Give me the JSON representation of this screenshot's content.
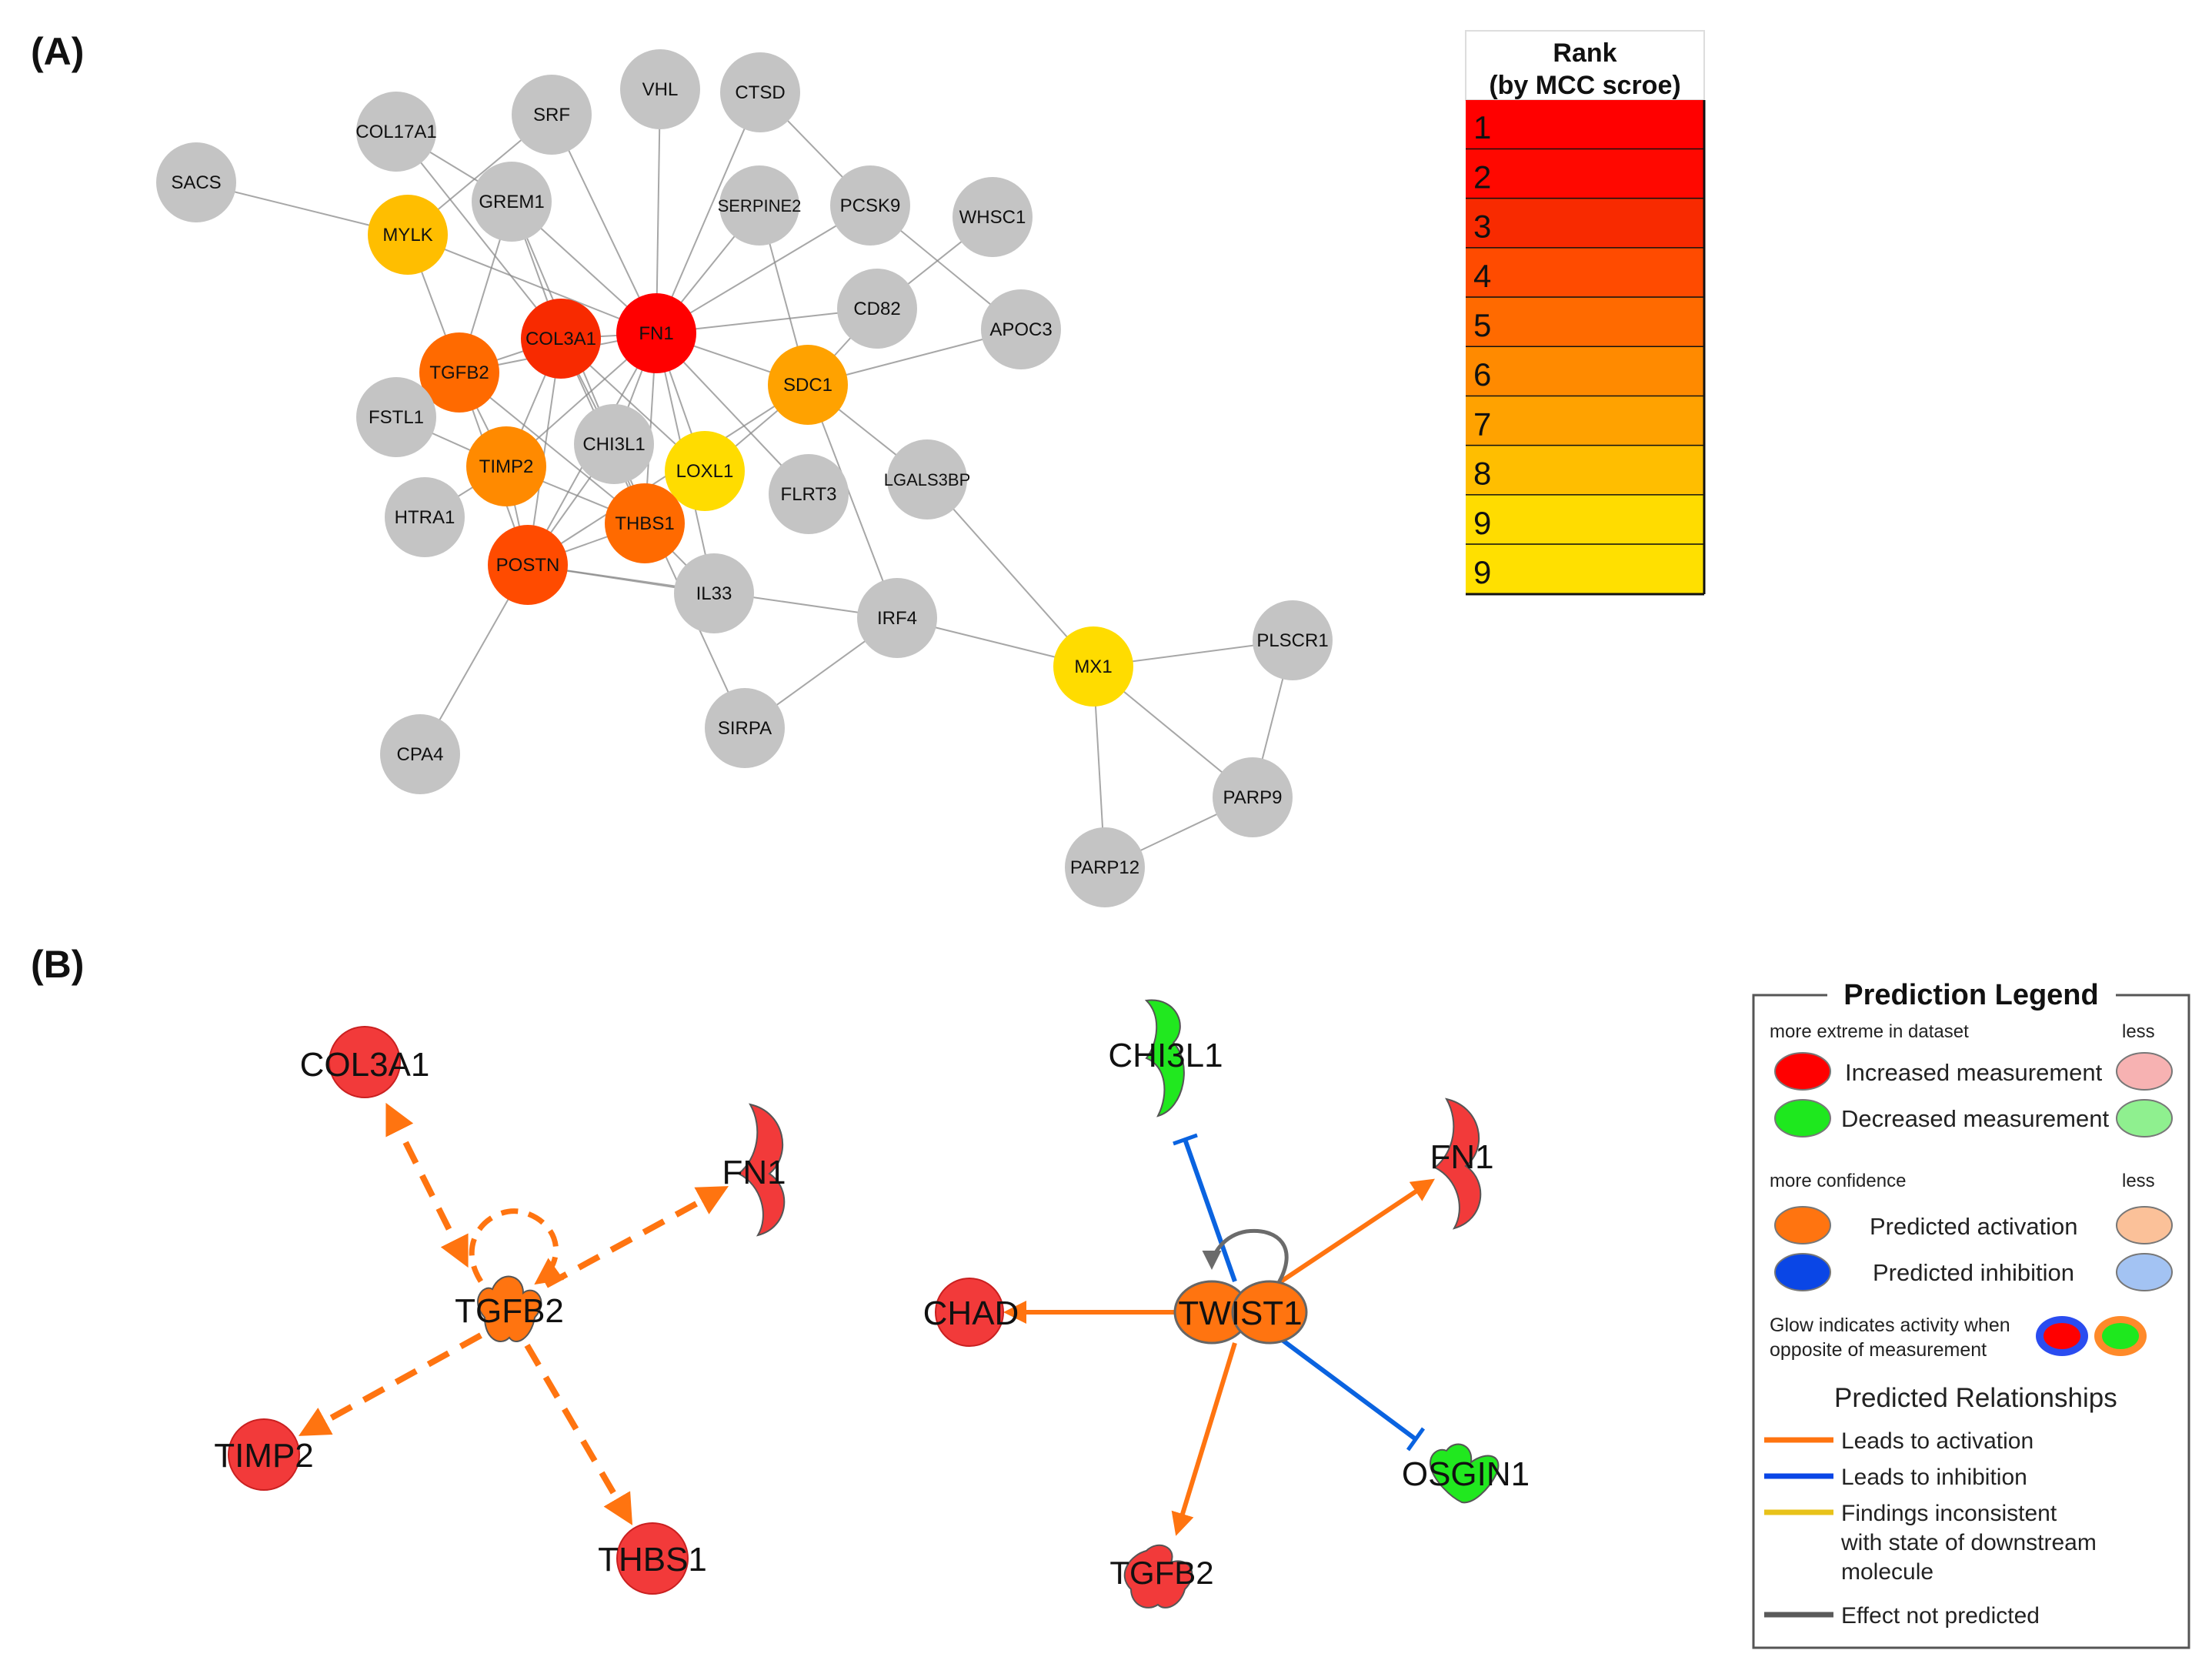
{
  "panels": {
    "a": {
      "label": "(A)"
    },
    "b": {
      "label": "(B)"
    }
  },
  "rank_legend": {
    "title_line1": "Rank",
    "title_line2": "(by MCC scroe)",
    "ranks": [
      {
        "label": "1",
        "color": "#ff0000"
      },
      {
        "label": "2",
        "color": "#ff0800"
      },
      {
        "label": "3",
        "color": "#f82a00"
      },
      {
        "label": "4",
        "color": "#ff4b00"
      },
      {
        "label": "5",
        "color": "#ff6a00"
      },
      {
        "label": "6",
        "color": "#ff8a00"
      },
      {
        "label": "7",
        "color": "#ffa200"
      },
      {
        "label": "8",
        "color": "#ffbe00"
      },
      {
        "label": "9",
        "color": "#ffdc00"
      },
      {
        "label": "9",
        "color": "#ffe000"
      }
    ]
  },
  "network_a": {
    "colors": {
      "default_node": "#c4c4c4",
      "edge": "#8a8a8a"
    },
    "nodes": [
      {
        "id": "SACS",
        "label": "SACS"
      },
      {
        "id": "COL17A1",
        "label": "COL17A1"
      },
      {
        "id": "SRF",
        "label": "SRF"
      },
      {
        "id": "VHL",
        "label": "VHL"
      },
      {
        "id": "CTSD",
        "label": "CTSD"
      },
      {
        "id": "GREM1",
        "label": "GREM1"
      },
      {
        "id": "SERPINE2",
        "label": "SERPINE2"
      },
      {
        "id": "PCSK9",
        "label": "PCSK9"
      },
      {
        "id": "WHSC1",
        "label": "WHSC1"
      },
      {
        "id": "MYLK",
        "label": "MYLK",
        "rank": 8
      },
      {
        "id": "COL3A1",
        "label": "COL3A1",
        "rank": 3
      },
      {
        "id": "FN1",
        "label": "FN1",
        "rank": 1
      },
      {
        "id": "CD82",
        "label": "CD82"
      },
      {
        "id": "APOC3",
        "label": "APOC3"
      },
      {
        "id": "TGFB2",
        "label": "TGFB2",
        "rank": 5
      },
      {
        "id": "SDC1",
        "label": "SDC1",
        "rank": 7
      },
      {
        "id": "FSTL1",
        "label": "FSTL1"
      },
      {
        "id": "CHI3L1",
        "label": "CHI3L1"
      },
      {
        "id": "TIMP2",
        "label": "TIMP2",
        "rank": 6
      },
      {
        "id": "LOXL1",
        "label": "LOXL1",
        "rank": 9
      },
      {
        "id": "FLRT3",
        "label": "FLRT3"
      },
      {
        "id": "LGALS3BP",
        "label": "LGALS3BP"
      },
      {
        "id": "HTRA1",
        "label": "HTRA1"
      },
      {
        "id": "THBS1",
        "label": "THBS1",
        "rank": 5
      },
      {
        "id": "POSTN",
        "label": "POSTN",
        "rank": 4
      },
      {
        "id": "IL33",
        "label": "IL33"
      },
      {
        "id": "IRF4",
        "label": "IRF4"
      },
      {
        "id": "MX1",
        "label": "MX1",
        "rank": 9
      },
      {
        "id": "PLSCR1",
        "label": "PLSCR1"
      },
      {
        "id": "CPA4",
        "label": "CPA4"
      },
      {
        "id": "SIRPA",
        "label": "SIRPA"
      },
      {
        "id": "PARP9",
        "label": "PARP9"
      },
      {
        "id": "PARP12",
        "label": "PARP12"
      }
    ],
    "edges": [
      [
        "SACS",
        "MYLK"
      ],
      [
        "COL17A1",
        "COL3A1"
      ],
      [
        "COL17A1",
        "GREM1"
      ],
      [
        "SRF",
        "MYLK"
      ],
      [
        "SRF",
        "FN1"
      ],
      [
        "VHL",
        "FN1"
      ],
      [
        "CTSD",
        "FN1"
      ],
      [
        "CTSD",
        "PCSK9"
      ],
      [
        "SERPINE2",
        "FN1"
      ],
      [
        "SERPINE2",
        "SDC1"
      ],
      [
        "PCSK9",
        "FN1"
      ],
      [
        "PCSK9",
        "APOC3"
      ],
      [
        "WHSC1",
        "CD82"
      ],
      [
        "MYLK",
        "FN1"
      ],
      [
        "MYLK",
        "TGFB2"
      ],
      [
        "GREM1",
        "FN1"
      ],
      [
        "GREM1",
        "TGFB2"
      ],
      [
        "GREM1",
        "COL3A1"
      ],
      [
        "GREM1",
        "CHI3L1"
      ],
      [
        "COL3A1",
        "FN1"
      ],
      [
        "COL3A1",
        "TGFB2"
      ],
      [
        "COL3A1",
        "TIMP2"
      ],
      [
        "COL3A1",
        "POSTN"
      ],
      [
        "COL3A1",
        "THBS1"
      ],
      [
        "COL3A1",
        "CHI3L1"
      ],
      [
        "COL3A1",
        "LOXL1"
      ],
      [
        "FN1",
        "CD82"
      ],
      [
        "FN1",
        "SDC1"
      ],
      [
        "FN1",
        "TGFB2"
      ],
      [
        "FN1",
        "TIMP2"
      ],
      [
        "FN1",
        "POSTN"
      ],
      [
        "FN1",
        "THBS1"
      ],
      [
        "FN1",
        "CHI3L1"
      ],
      [
        "FN1",
        "LOXL1"
      ],
      [
        "FN1",
        "FLRT3"
      ],
      [
        "FN1",
        "IL33"
      ],
      [
        "SDC1",
        "APOC3"
      ],
      [
        "SDC1",
        "CD82"
      ],
      [
        "SDC1",
        "LGALS3BP"
      ],
      [
        "SDC1",
        "IRF4"
      ],
      [
        "SDC1",
        "THBS1"
      ],
      [
        "SDC1",
        "POSTN"
      ],
      [
        "TGFB2",
        "TIMP2"
      ],
      [
        "TGFB2",
        "POSTN"
      ],
      [
        "TGFB2",
        "THBS1"
      ],
      [
        "FSTL1",
        "TIMP2"
      ],
      [
        "HTRA1",
        "TIMP2"
      ],
      [
        "TIMP2",
        "POSTN"
      ],
      [
        "TIMP2",
        "THBS1"
      ],
      [
        "CHI3L1",
        "POSTN"
      ],
      [
        "CHI3L1",
        "THBS1"
      ],
      [
        "CHI3L1",
        "SIRPA"
      ],
      [
        "THBS1",
        "POSTN"
      ],
      [
        "THBS1",
        "IL33"
      ],
      [
        "POSTN",
        "IL33"
      ],
      [
        "POSTN",
        "CPA4"
      ],
      [
        "POSTN",
        "IRF4"
      ],
      [
        "IRF4",
        "SIRPA"
      ],
      [
        "IRF4",
        "MX1"
      ],
      [
        "LGALS3BP",
        "MX1"
      ],
      [
        "MX1",
        "PLSCR1"
      ],
      [
        "MX1",
        "PARP9"
      ],
      [
        "MX1",
        "PARP12"
      ],
      [
        "PLSCR1",
        "PARP9"
      ],
      [
        "PARP9",
        "PARP12"
      ]
    ]
  },
  "network_b": {
    "colors": {
      "increased": "#f23a3a",
      "decreased": "#21e81f",
      "activation": "#ff7410",
      "inhibition": "#0a63e0",
      "not_predicted": "#6b6b6b"
    },
    "left": {
      "hub": {
        "id": "TGFB2",
        "label": "TGFB2"
      },
      "targets": [
        {
          "id": "COL3A1",
          "label": "COL3A1",
          "shape": "circle"
        },
        {
          "id": "FN1",
          "label": "FN1",
          "shape": "crescent"
        },
        {
          "id": "TIMP2",
          "label": "TIMP2",
          "shape": "circle"
        },
        {
          "id": "THBS1",
          "label": "THBS1",
          "shape": "circle"
        }
      ]
    },
    "right": {
      "hub": {
        "id": "TWIST1",
        "label": "TWIST1"
      },
      "targets": [
        {
          "id": "CHI3L1",
          "label": "CHI3L1",
          "shape": "crescent",
          "state": "decreased",
          "relation": "inhibition"
        },
        {
          "id": "FN1",
          "label": "FN1",
          "shape": "crescent",
          "state": "increased",
          "relation": "activation"
        },
        {
          "id": "CHAD",
          "label": "CHAD",
          "shape": "circle",
          "state": "increased",
          "relation": "activation"
        },
        {
          "id": "OSGIN1",
          "label": "OSGIN1",
          "shape": "ligand",
          "state": "decreased",
          "relation": "inhibition"
        },
        {
          "id": "TGFB2",
          "label": "TGFB2",
          "shape": "ligand",
          "state": "increased",
          "relation": "activation"
        }
      ]
    }
  },
  "prediction_legend": {
    "title": "Prediction Legend",
    "extreme_left": "more extreme in dataset",
    "extreme_right": "less",
    "increased": "Increased measurement",
    "decreased": "Decreased measurement",
    "confidence_left": "more confidence",
    "confidence_right": "less",
    "activation": "Predicted activation",
    "inhibition": "Predicted inhibition",
    "glow_line1": "Glow indicates activity when",
    "glow_line2": "opposite of measurement",
    "relationships_title": "Predicted Relationships",
    "rel_activation": "Leads to activation",
    "rel_inhibition": "Leads to inhibition",
    "rel_inconsistent_line1": "Findings inconsistent",
    "rel_inconsistent_line2": "with state of downstream",
    "rel_inconsistent_line3": "molecule",
    "rel_not_predicted": "Effect not predicted",
    "colors": {
      "increased": "#ff0000",
      "increased_light": "#f7b2b2",
      "decreased": "#1ee81e",
      "decreased_light": "#8ff08f",
      "activation": "#ff7410",
      "activation_light": "#fbc199",
      "inhibition": "#0a46e6",
      "inhibition_light": "#a3c3f3",
      "inconsistent": "#e8c21a",
      "not_predicted": "#5a5a5a"
    }
  }
}
